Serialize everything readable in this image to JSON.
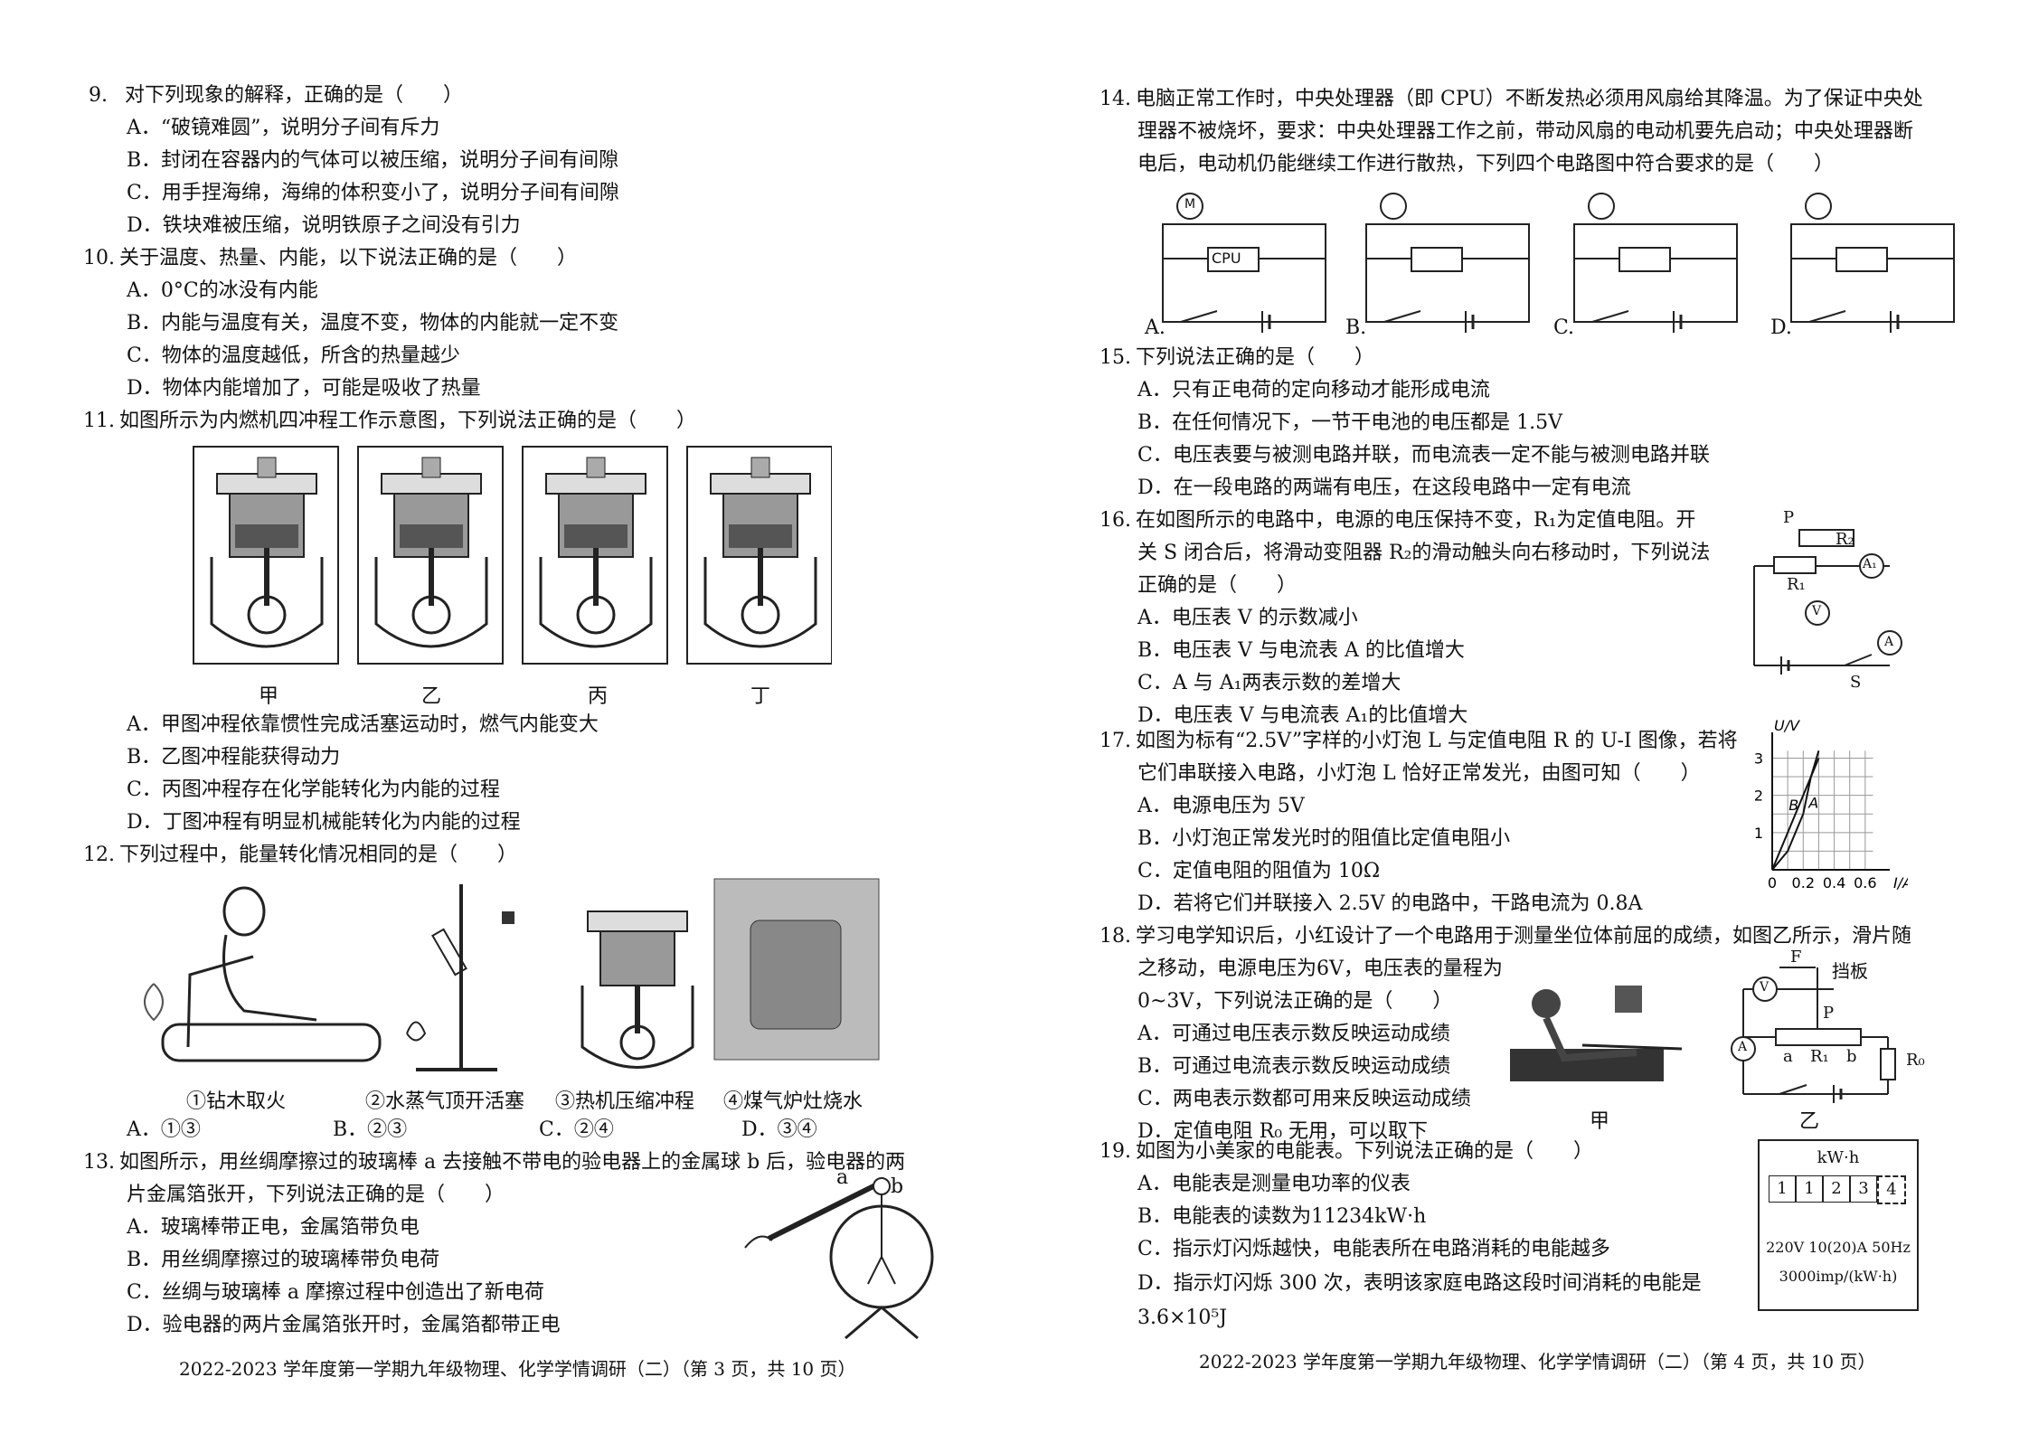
{
  "left": {
    "q9": {
      "num": "9.",
      "stem": "对下列现象的解释，正确的是（　　）",
      "opts": [
        "A．“破镜难圆”，说明分子间有斥力",
        "B．封闭在容器内的气体可以被压缩，说明分子间有间隙",
        "C．用手捏海绵，海绵的体积变小了，说明分子间有间隙",
        "D．铁块难被压缩，说明铁原子之间没有引力"
      ]
    },
    "q10": {
      "num": "10.",
      "stem": "关于温度、热量、内能，以下说法正确的是（　　）",
      "opts": [
        "A．0°C的冰没有内能",
        "B．内能与温度有关，温度不变，物体的内能就一定不变",
        "C．物体的温度越低，所含的热量越少",
        "D．物体内能增加了，可能是吸收了热量"
      ]
    },
    "q11": {
      "num": "11.",
      "stem": "如图所示为内燃机四冲程工作示意图，下列说法正确的是（　　）",
      "labels": [
        "甲",
        "乙",
        "丙",
        "丁"
      ],
      "opts": [
        "A．甲图冲程依靠惯性完成活塞运动时，燃气内能变大",
        "B．乙图冲程能获得动力",
        "C．丙图冲程存在化学能转化为内能的过程",
        "D．丁图冲程有明显机械能转化为内能的过程"
      ]
    },
    "q12": {
      "num": "12.",
      "stem": "下列过程中，能量转化情况相同的是（　　）",
      "captions": [
        "①钻木取火",
        "②水蒸气顶开活塞",
        "③热机压缩冲程",
        "④煤气炉灶烧水"
      ],
      "opts": [
        "A．①③",
        "B．②③",
        "C．②④",
        "D．③④"
      ]
    },
    "q13": {
      "num": "13.",
      "stem1": "如图所示，用丝绸摩擦过的玻璃棒 a 去接触不带电的验电器上的金属球 b 后，验电器的两",
      "stem2": "片金属箔张开，下列说法正确的是（　　）",
      "fig_a": "a",
      "fig_b": "b",
      "opts": [
        "A．玻璃棒带正电，金属箔带负电",
        "B．用丝绸摩擦过的玻璃棒带负电荷",
        "C．丝绸与玻璃棒 a 摩擦过程中创造出了新电荷",
        "D．验电器的两片金属箔张开时，金属箔都带正电"
      ]
    },
    "footer": "2022-2023 学年度第一学期九年级物理、化学学情调研（二）（第 3 页，共 10 页）"
  },
  "right": {
    "q14": {
      "num": "14.",
      "stem1": "电脑正常工作时，中央处理器（即 CPU）不断发热必须用风扇给其降温。为了保证中央处",
      "stem2": "理器不被烧坏，要求：中央处理器工作之前，带动风扇的电动机要先启动；中央处理器断",
      "stem3": "电后，电动机仍能继续工作进行散热，下列四个电路图中符合要求的是（　　）",
      "labels": [
        "A.",
        "B.",
        "C.",
        "D."
      ],
      "cpu": "CPU",
      "motor": "M"
    },
    "q15": {
      "num": "15.",
      "stem": "下列说法正确的是（　　）",
      "opts": [
        "A．只有正电荷的定向移动才能形成电流",
        "B．在任何情况下，一节干电池的电压都是 1.5V",
        "C．电压表要与被测电路并联，而电流表一定不能与被测电路并联",
        "D．在一段电路的两端有电压，在这段电路中一定有电流"
      ]
    },
    "q16": {
      "num": "16.",
      "stem1": "在如图所示的电路中，电源的电压保持不变，R₁为定值电阻。开",
      "stem2": "关 S 闭合后，将滑动变阻器 R₂的滑动触头向右移动时，下列说法",
      "stem3": "正确的是（　　）",
      "fig": {
        "P": "P",
        "R2": "R₂",
        "R1": "R₁",
        "A1": "A₁",
        "V": "V",
        "A": "A",
        "S": "S"
      },
      "opts": [
        "A．电压表 V 的示数减小",
        "B．电压表 V 与电流表 A 的比值增大",
        "C．A 与 A₁两表示数的差增大",
        "D．电压表 V 与电流表 A₁的比值增大"
      ]
    },
    "q17": {
      "num": "17.",
      "stem1": "如图为标有“2.5V”字样的小灯泡 L 与定值电阻 R 的 U-I 图像，若将",
      "stem2": "它们串联接入电路，小灯泡 L 恰好正常发光，由图可知（　　）",
      "opts": [
        "A．电源电压为 5V",
        "B．小灯泡正常发光时的阻值比定值电阻小",
        "C．定值电阻的阻值为 10Ω",
        "D．若将它们并联接入 2.5V 的电路中，干路电流为 0.8A"
      ]
    },
    "q18": {
      "num": "18.",
      "stem1": "学习电学知识后，小红设计了一个电路用于测量坐位体前屈的成绩，如图乙所示，滑片随",
      "stem2": "之移动，电源电压为6V，电压表的量程为",
      "stem3": "0~3V，下列说法正确的是（　　）",
      "fig": {
        "F": "F",
        "board": "挡板",
        "V": "V",
        "P": "P",
        "A": "A",
        "a": "a",
        "b": "b",
        "R1": "R₁",
        "R0": "R₀",
        "jia": "甲",
        "yi": "乙"
      },
      "opts": [
        "A．可通过电压表示数反映运动成绩",
        "B．可通过电流表示数反映运动成绩",
        "C．两电表示数都可用来反映运动成绩",
        "D．定值电阻 R₀ 无用，可以取下"
      ]
    },
    "q19": {
      "num": "19.",
      "stem": "如图为小美家的电能表。下列说法正确的是（　　）",
      "meter": {
        "unit": "kW·h",
        "digits": [
          "1",
          "1",
          "2",
          "3",
          "4"
        ],
        "spec": "220V 10(20)A 50Hz",
        "imp": "3000imp/(kW·h)"
      },
      "opts": [
        "A．电能表是测量电功率的仪表",
        "B．电能表的读数为11234kW·h",
        "C．指示灯闪烁越快，电能表所在电路消耗的电能越多",
        "D．指示灯闪烁 300 次，表明该家庭电路这段时间消耗的电能是"
      ],
      "tail": "3.6×10⁵J"
    },
    "footer": "2022-2023 学年度第一学期九年级物理、化学学情调研（二）（第 4 页，共 10 页）"
  },
  "chart_data": {
    "type": "line",
    "xlabel": "I/A",
    "ylabel": "U/V",
    "x_ticks": [
      "0",
      "0.2",
      "0.4",
      "0.6"
    ],
    "y_ticks": [
      "1",
      "2",
      "3"
    ],
    "xlim": [
      0,
      0.7
    ],
    "ylim": [
      0,
      3.4
    ],
    "series": [
      {
        "name": "A",
        "x": [
          0,
          0.1,
          0.2,
          0.3
        ],
        "y": [
          0,
          1,
          2,
          3
        ]
      },
      {
        "name": "B",
        "x": [
          0,
          0.1,
          0.2,
          0.25,
          0.3
        ],
        "y": [
          0,
          0.5,
          1.5,
          2.5,
          3.2
        ]
      }
    ]
  }
}
